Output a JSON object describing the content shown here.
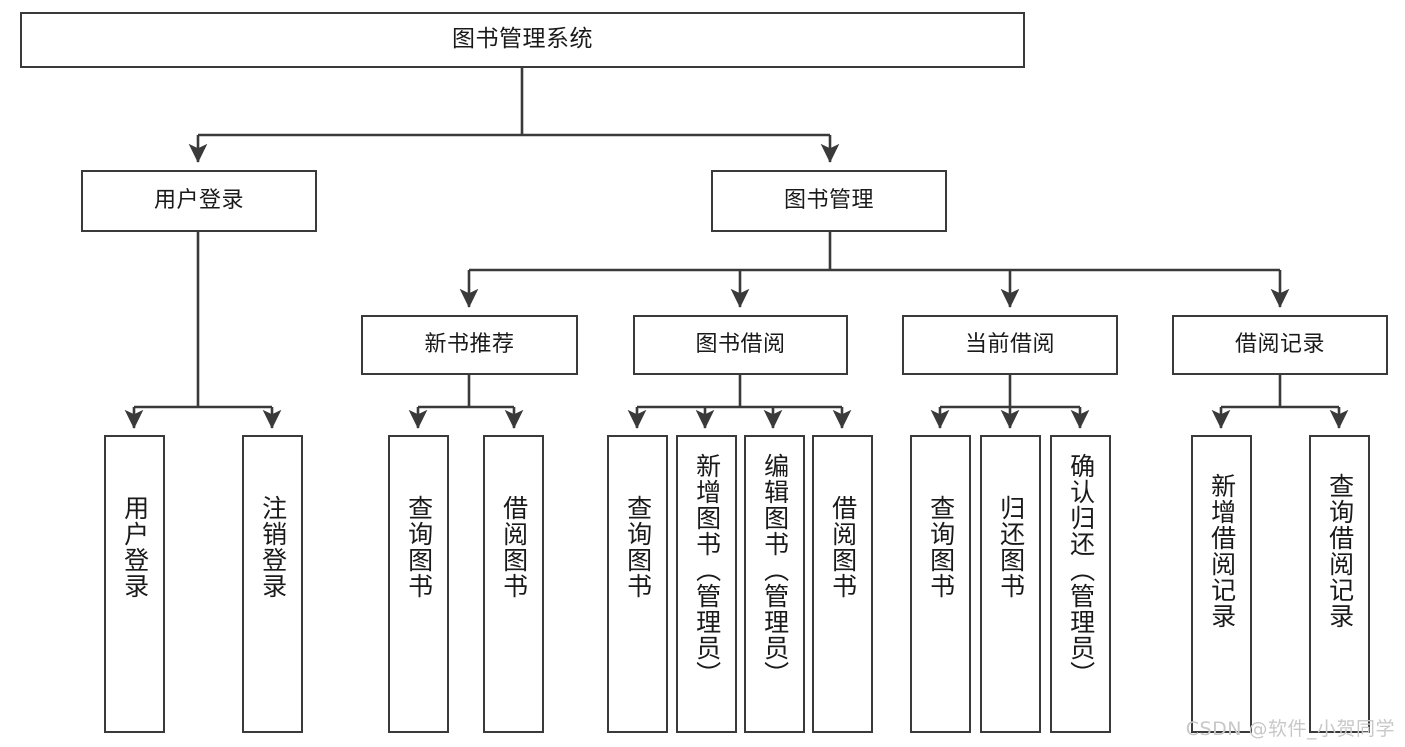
{
  "diagram": {
    "type": "tree",
    "title": "图书管理系统",
    "watermark": "CSDN @软件_小贺同学",
    "colors": {
      "border": "#3a3a3a",
      "background": "#ffffff",
      "text": "#1a1a1a",
      "watermark": "#c8c8c8"
    },
    "root": {
      "label": "图书管理系统"
    },
    "level1": [
      {
        "label": "用户登录"
      },
      {
        "label": "图书管理"
      }
    ],
    "level2": [
      {
        "label": "新书推荐"
      },
      {
        "label": "图书借阅"
      },
      {
        "label": "当前借阅"
      },
      {
        "label": "借阅记录"
      }
    ],
    "leaves": {
      "user_login": [
        {
          "label": "用户登录"
        },
        {
          "label": "注销登录"
        }
      ],
      "new_book_recommend": [
        {
          "label": "查询图书"
        },
        {
          "label": "借阅图书"
        }
      ],
      "book_borrow": [
        {
          "label": "查询图书"
        },
        {
          "label": "新增图书（管理员）"
        },
        {
          "label": "编辑图书（管理员）"
        },
        {
          "label": "借阅图书"
        }
      ],
      "current_borrow": [
        {
          "label": "查询图书"
        },
        {
          "label": "归还图书"
        },
        {
          "label": "确认归还（管理员）"
        }
      ],
      "borrow_record": [
        {
          "label": "新增借阅记录"
        },
        {
          "label": "查询借阅记录"
        }
      ]
    }
  }
}
